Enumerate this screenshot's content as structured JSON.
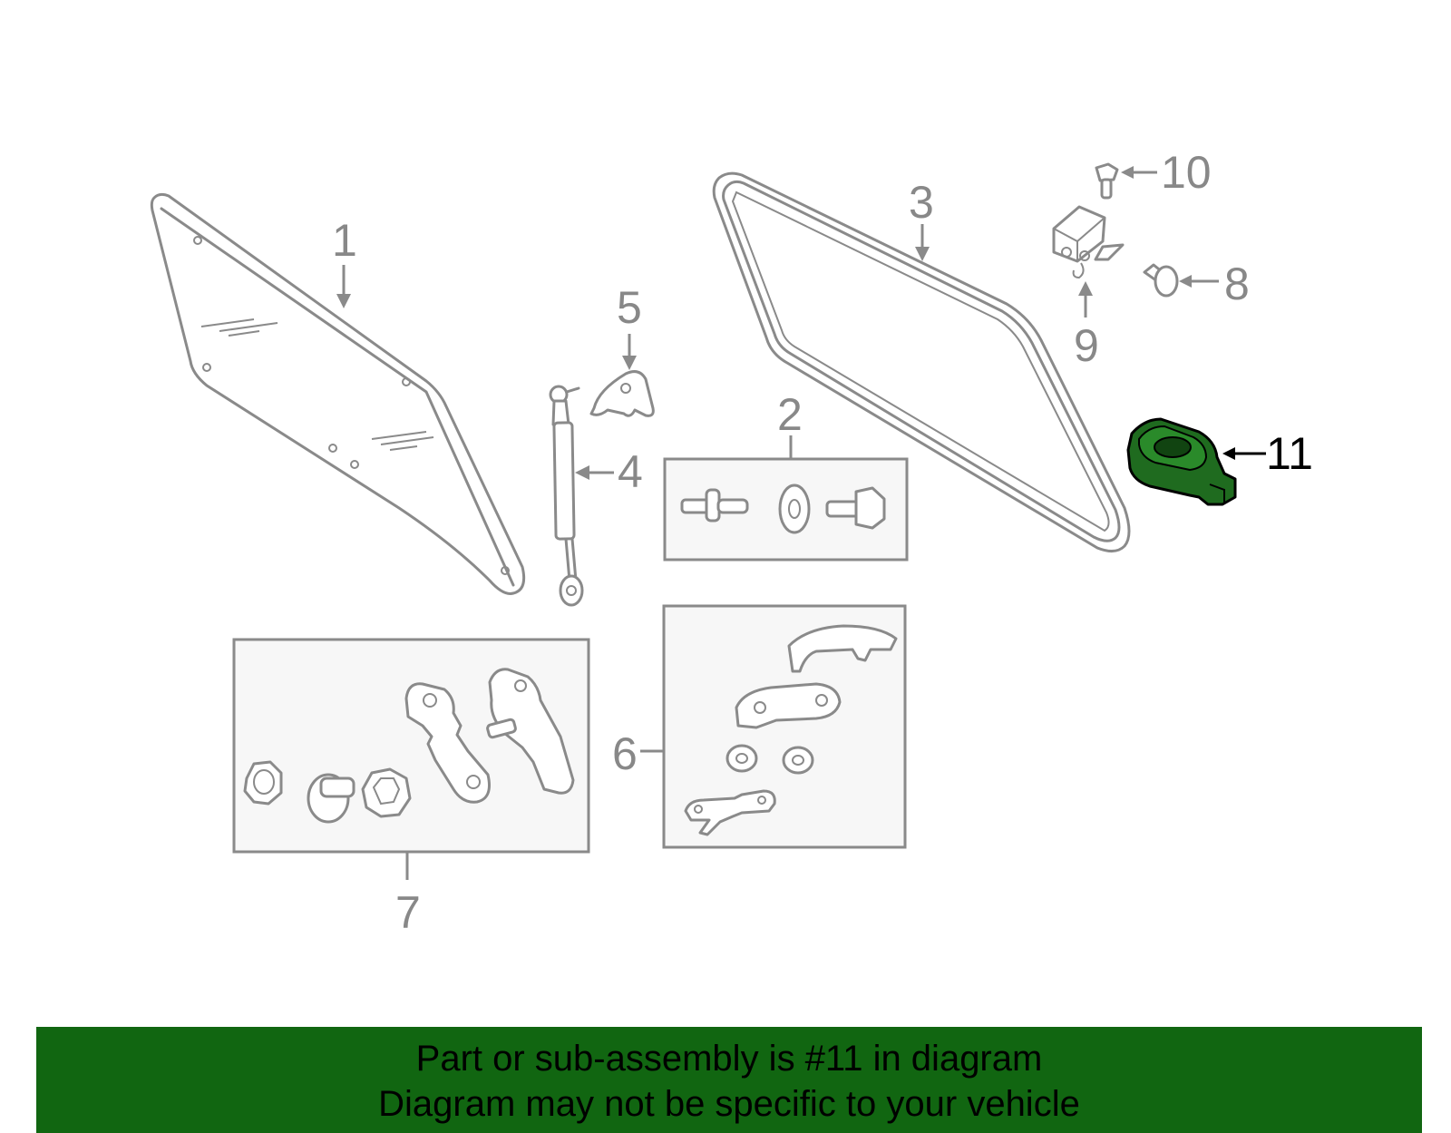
{
  "diagram": {
    "callouts": {
      "c1": "1",
      "c2": "2",
      "c3": "3",
      "c4": "4",
      "c5": "5",
      "c6": "6",
      "c7": "7",
      "c8": "8",
      "c9": "9",
      "c10": "10",
      "c11": "11"
    },
    "highlighted_part": "11",
    "highlight_color": "#1f6b1f"
  },
  "banner": {
    "line1": "Part or sub-assembly is #11 in diagram",
    "line2": "Diagram may not be specific to your vehicle",
    "background": "#116611"
  }
}
